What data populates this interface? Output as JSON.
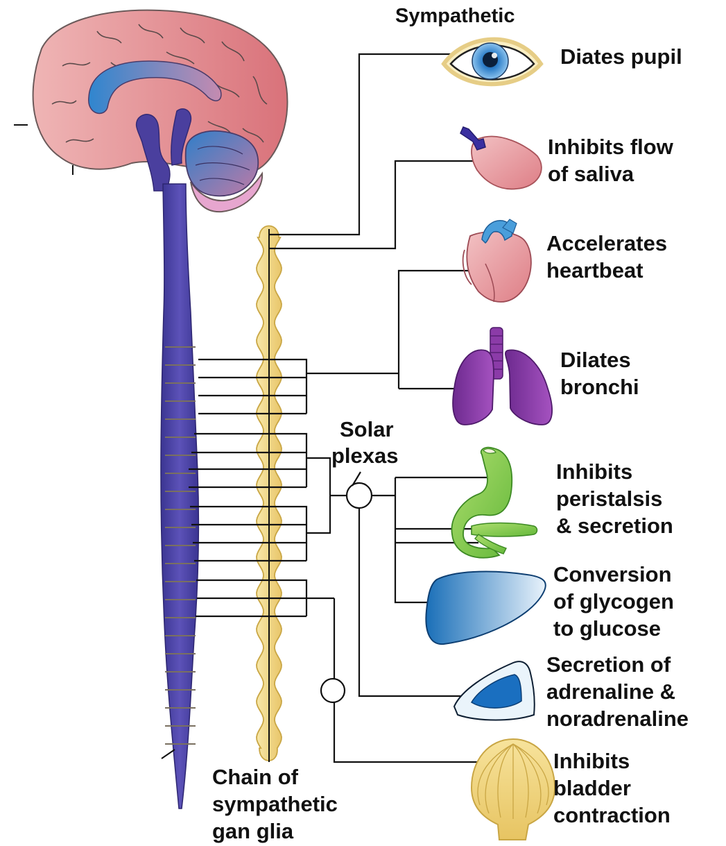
{
  "title": "Sympathetic",
  "colors": {
    "spinal_cord": "#4a3f9e",
    "ganglia_chain": "#f3d98a",
    "brain": "#e39a9a",
    "lines": "#111111"
  },
  "structures": [
    {
      "name": "Solar plexas",
      "lines": [
        "Solar",
        "plexas"
      ]
    },
    {
      "name": "Chain of sympathetic gan glia",
      "lines": [
        "Chain of",
        "sympathetic",
        "gan glia"
      ]
    }
  ],
  "effects": [
    {
      "organ": "eye-icon",
      "lines": [
        "Diates pupil"
      ]
    },
    {
      "organ": "salivary-gland-icon",
      "lines": [
        "Inhibits flow",
        "of saliva"
      ]
    },
    {
      "organ": "heart-icon",
      "lines": [
        "Accelerates",
        "heartbeat"
      ]
    },
    {
      "organ": "lungs-icon",
      "lines": [
        "Dilates",
        "bronchi"
      ]
    },
    {
      "organ": "stomach-icon",
      "lines": [
        "Inhibits",
        "peristalsis",
        "& secretion"
      ]
    },
    {
      "organ": "liver-icon",
      "lines": [
        "Conversion",
        "of glycogen",
        "to glucose"
      ]
    },
    {
      "organ": "adrenal-gland-icon",
      "lines": [
        "Secretion of",
        "adrenaline &",
        "noradrenaline"
      ]
    },
    {
      "organ": "bladder-icon",
      "lines": [
        "Inhibits",
        "bladder",
        "contraction"
      ]
    }
  ]
}
